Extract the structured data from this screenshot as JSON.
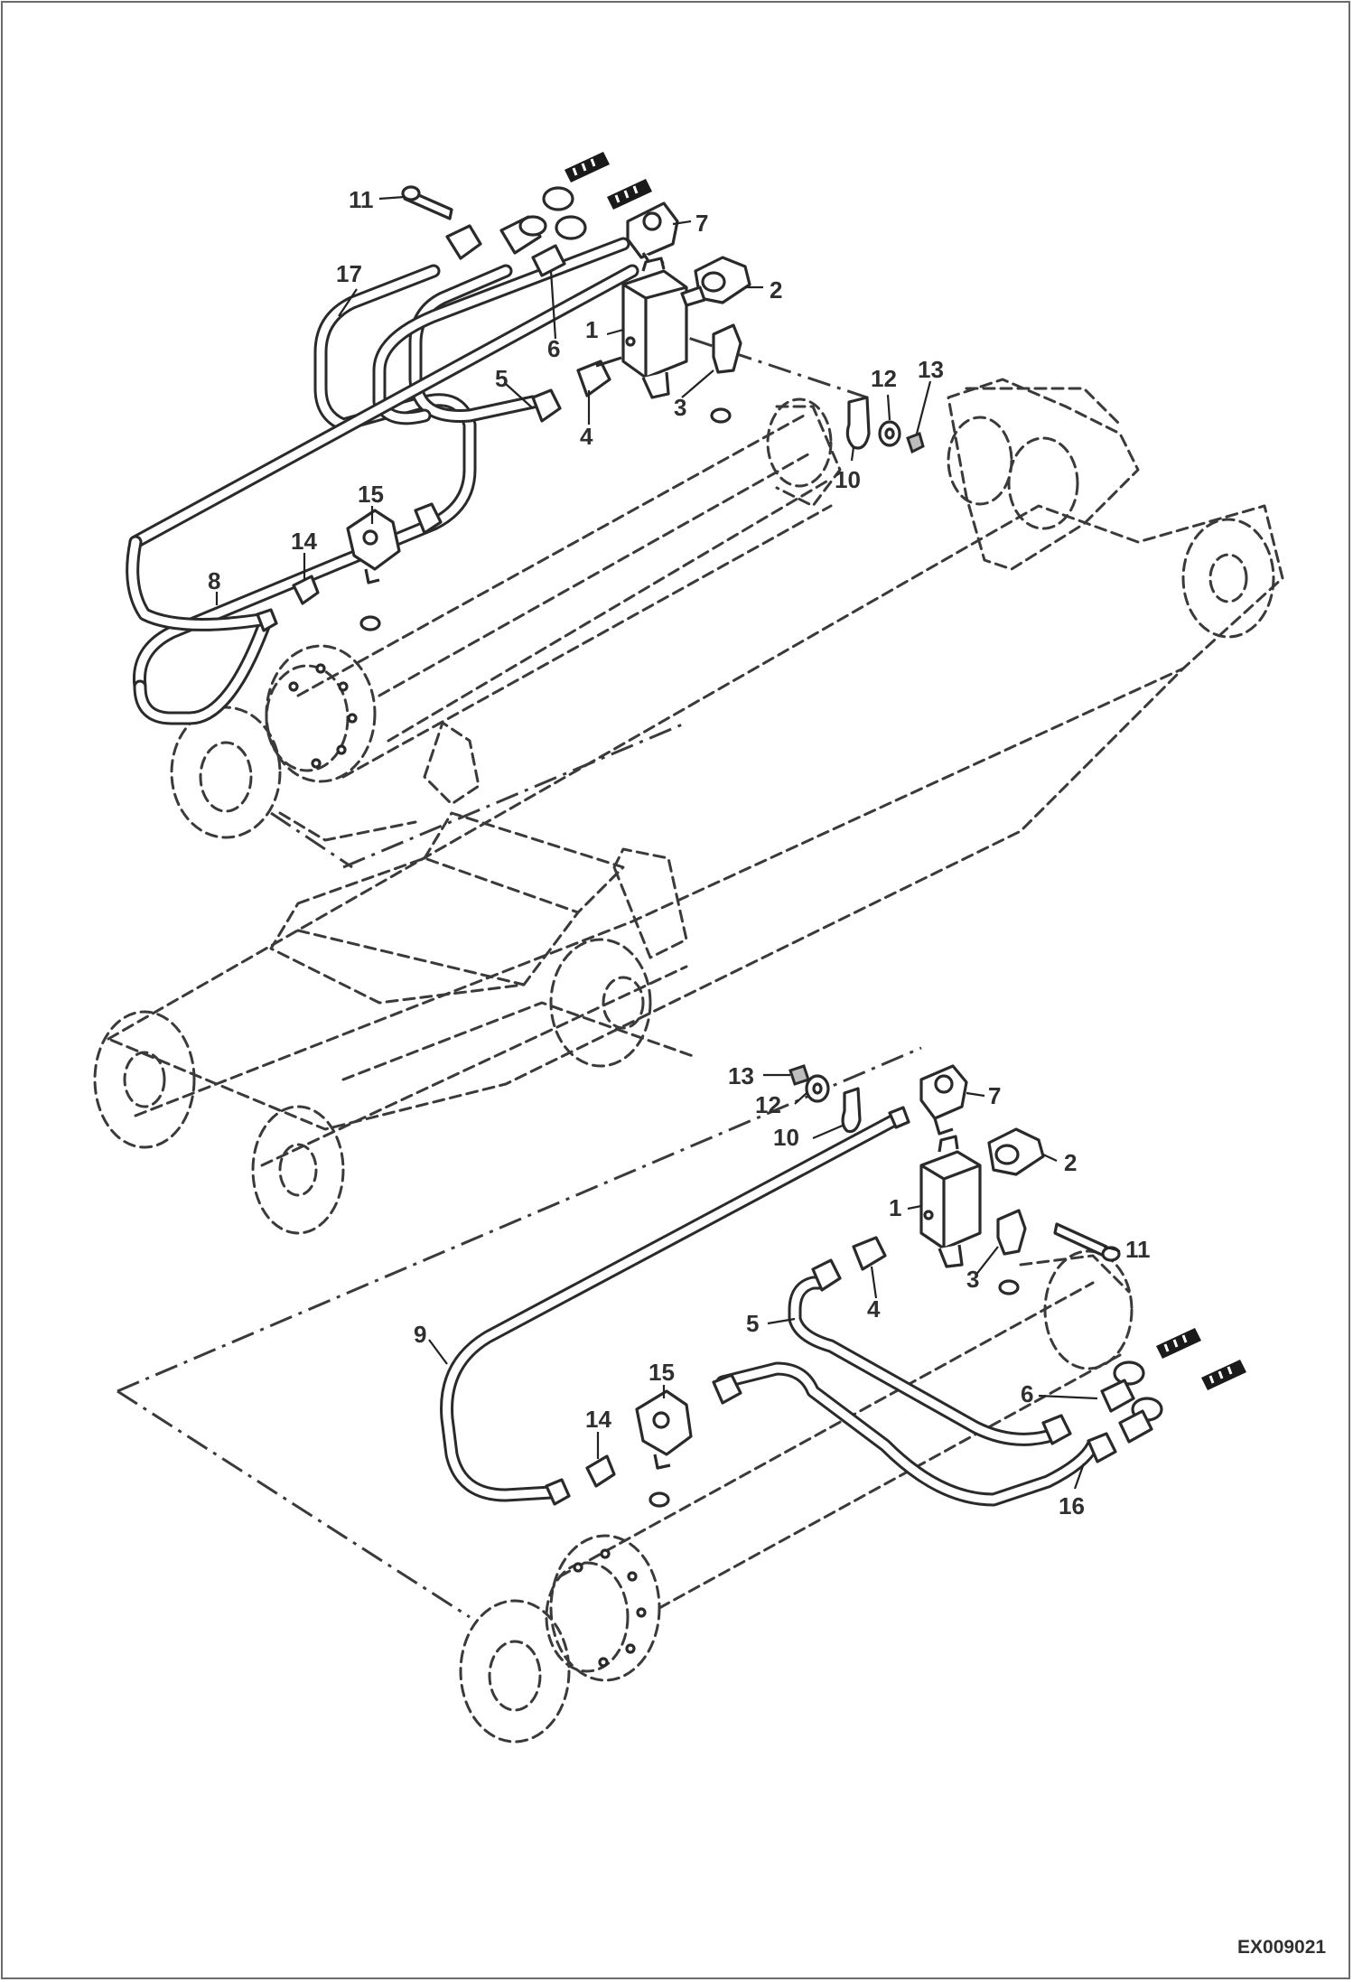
{
  "drawing_code": "EX009021",
  "upper_assembly": {
    "callouts": [
      "11",
      "7",
      "17",
      "2",
      "1",
      "6",
      "5",
      "3",
      "4",
      "12",
      "13",
      "10",
      "15",
      "14",
      "8"
    ]
  },
  "lower_assembly": {
    "callouts": [
      "13",
      "7",
      "12",
      "10",
      "2",
      "1",
      "11",
      "3",
      "4",
      "5",
      "9",
      "15",
      "14",
      "6",
      "16"
    ]
  },
  "colors": {
    "line": "#2a2a2a",
    "text": "#2f2f2f",
    "frame": "#6b6b6b",
    "background": "#ffffff"
  }
}
